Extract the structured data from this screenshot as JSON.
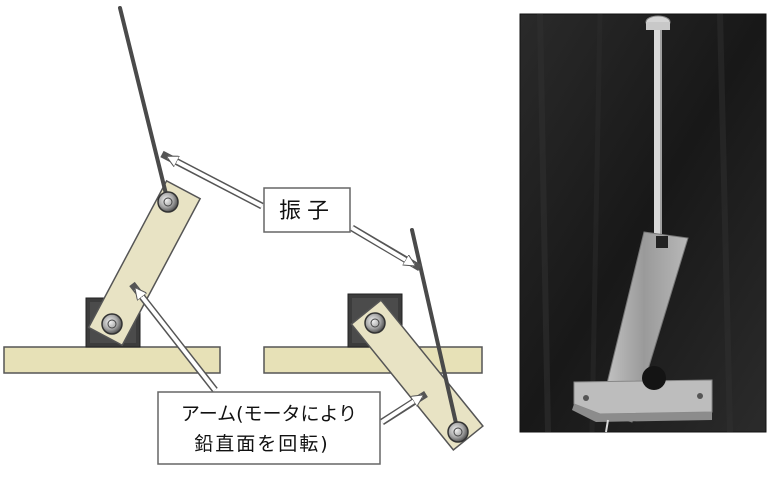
{
  "labels": {
    "pendulum": "振子",
    "arm_line1": "アーム(モータにより",
    "arm_line2": "鉛直面を回転)"
  },
  "colors": {
    "base_fill": "#e7e1b7",
    "arm_fill": "#e8e3c4",
    "motor_fill": "#3c3c3c",
    "rod": "#4a4a4a",
    "photo_bg": "#1e1e1e"
  }
}
